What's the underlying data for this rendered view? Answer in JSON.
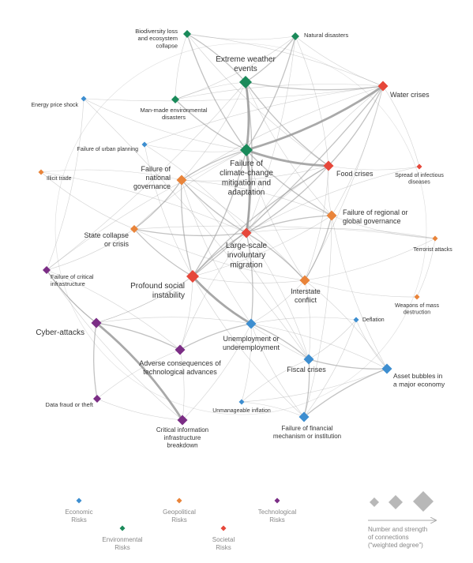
{
  "colors": {
    "economic": "#3d8ed0",
    "environmental": "#1a8a5a",
    "geopolitical": "#e9843a",
    "societal": "#e6473a",
    "technological": "#7b2d85",
    "edge": "#9a9a9a",
    "legend_text": "#888888"
  },
  "nodes": [
    {
      "id": "biodiversity",
      "cat": "environmental",
      "lines": [
        "Biodiversity loss",
        "and ecosystem",
        "collapse"
      ],
      "size": "s"
    },
    {
      "id": "natural",
      "cat": "environmental",
      "lines": [
        "Natural disasters"
      ],
      "size": "s"
    },
    {
      "id": "extreme_weather",
      "cat": "environmental",
      "lines": [
        "Extreme weather",
        "events"
      ],
      "size": "l"
    },
    {
      "id": "water",
      "cat": "societal",
      "lines": [
        "Water crises"
      ],
      "size": "m"
    },
    {
      "id": "energy",
      "cat": "economic",
      "lines": [
        "Energy price shock"
      ],
      "size": "xs"
    },
    {
      "id": "manmade",
      "cat": "environmental",
      "lines": [
        "Man-made environmental",
        "disasters"
      ],
      "size": "s"
    },
    {
      "id": "urban",
      "cat": "economic",
      "lines": [
        "Failure of urban planning"
      ],
      "size": "xs"
    },
    {
      "id": "climate",
      "cat": "environmental",
      "lines": [
        "Failure of",
        "climate-change",
        "mitigation and",
        "adaptation"
      ],
      "size": "l"
    },
    {
      "id": "food",
      "cat": "societal",
      "lines": [
        "Food crises"
      ],
      "size": "m"
    },
    {
      "id": "infectious",
      "cat": "societal",
      "lines": [
        "Spread of infectious",
        "diseases"
      ],
      "size": "xs"
    },
    {
      "id": "illicit",
      "cat": "geopolitical",
      "lines": [
        "Illicit trade"
      ],
      "size": "xs"
    },
    {
      "id": "national_gov",
      "cat": "geopolitical",
      "lines": [
        "Failure of",
        "national",
        "governance"
      ],
      "size": "m"
    },
    {
      "id": "regional_gov",
      "cat": "geopolitical",
      "lines": [
        "Failure of regional or",
        "global governance"
      ],
      "size": "m"
    },
    {
      "id": "state_collapse",
      "cat": "geopolitical",
      "lines": [
        "State collapse",
        "or crisis"
      ],
      "size": "s"
    },
    {
      "id": "migration",
      "cat": "societal",
      "lines": [
        "Large-scale",
        "involuntary",
        "migration"
      ],
      "size": "m"
    },
    {
      "id": "terrorist",
      "cat": "geopolitical",
      "lines": [
        "Terrorist attacks"
      ],
      "size": "xs"
    },
    {
      "id": "critical_infra",
      "cat": "technological",
      "lines": [
        "Failure of critical",
        "infrastructure"
      ],
      "size": "s"
    },
    {
      "id": "social_instability",
      "cat": "societal",
      "lines": [
        "Profound social",
        "instability"
      ],
      "size": "l"
    },
    {
      "id": "interstate",
      "cat": "geopolitical",
      "lines": [
        "Interstate",
        "conflict"
      ],
      "size": "m"
    },
    {
      "id": "wmd",
      "cat": "geopolitical",
      "lines": [
        "Weapons of mass",
        "destruction"
      ],
      "size": "xs"
    },
    {
      "id": "cyber",
      "cat": "technological",
      "lines": [
        "Cyber-attacks"
      ],
      "size": "m"
    },
    {
      "id": "unemployment",
      "cat": "economic",
      "lines": [
        "Unemployment or",
        "underemployment"
      ],
      "size": "m"
    },
    {
      "id": "deflation",
      "cat": "economic",
      "lines": [
        "Deflation"
      ],
      "size": "xs"
    },
    {
      "id": "adverse_tech",
      "cat": "technological",
      "lines": [
        "Adverse consequences of",
        "technological advances"
      ],
      "size": "m"
    },
    {
      "id": "fiscal",
      "cat": "economic",
      "lines": [
        "Fiscal crises"
      ],
      "size": "m"
    },
    {
      "id": "asset",
      "cat": "economic",
      "lines": [
        "Asset bubbles in",
        "a major economy"
      ],
      "size": "m"
    },
    {
      "id": "data_fraud",
      "cat": "technological",
      "lines": [
        "Data fraud or theft"
      ],
      "size": "s"
    },
    {
      "id": "inflation",
      "cat": "economic",
      "lines": [
        "Unmanageable inflation"
      ],
      "size": "xs"
    },
    {
      "id": "financial",
      "cat": "economic",
      "lines": [
        "Failure of financial",
        "mechanism or institution"
      ],
      "size": "m"
    },
    {
      "id": "info_infra",
      "cat": "technological",
      "lines": [
        "Critical information",
        "infrastructure",
        "breakdown"
      ],
      "size": "m"
    }
  ],
  "links": [
    [
      "extreme_weather",
      "climate",
      3
    ],
    [
      "climate",
      "food",
      3
    ],
    [
      "climate",
      "migration",
      3
    ],
    [
      "social_instability",
      "unemployment",
      3
    ],
    [
      "cyber",
      "info_infra",
      3
    ],
    [
      "cyber",
      "data_fraud",
      2
    ],
    [
      "water",
      "climate",
      3
    ],
    [
      "extreme_weather",
      "water",
      2
    ],
    [
      "natural",
      "climate",
      2
    ],
    [
      "biodiversity",
      "climate",
      2
    ],
    [
      "biodiversity",
      "extreme_weather",
      2
    ],
    [
      "manmade",
      "climate",
      2
    ],
    [
      "manmade",
      "extreme_weather",
      1
    ],
    [
      "extreme_weather",
      "food",
      2
    ],
    [
      "water",
      "food",
      2
    ],
    [
      "national_gov",
      "social_instability",
      2
    ],
    [
      "national_gov",
      "state_collapse",
      2
    ],
    [
      "national_gov",
      "migration",
      2
    ],
    [
      "regional_gov",
      "interstate",
      2
    ],
    [
      "regional_gov",
      "migration",
      2
    ],
    [
      "regional_gov",
      "climate",
      2
    ],
    [
      "migration",
      "social_instability",
      2
    ],
    [
      "migration",
      "interstate",
      2
    ],
    [
      "state_collapse",
      "migration",
      2
    ],
    [
      "social_instability",
      "food",
      2
    ],
    [
      "social_instability",
      "water",
      2
    ],
    [
      "unemployment",
      "fiscal",
      2
    ],
    [
      "unemployment",
      "adverse_tech",
      2
    ],
    [
      "fiscal",
      "financial",
      2
    ],
    [
      "fiscal",
      "asset",
      2
    ],
    [
      "financial",
      "asset",
      2
    ],
    [
      "adverse_tech",
      "cyber",
      2
    ],
    [
      "adverse_tech",
      "info_infra",
      1
    ],
    [
      "critical_infra",
      "cyber",
      1
    ],
    [
      "critical_infra",
      "climate",
      1
    ],
    [
      "critical_infra",
      "extreme_weather",
      1
    ],
    [
      "energy",
      "critical_infra",
      1
    ],
    [
      "energy",
      "climate",
      1
    ],
    [
      "energy",
      "fiscal",
      1
    ],
    [
      "illicit",
      "state_collapse",
      1
    ],
    [
      "illicit",
      "national_gov",
      1
    ],
    [
      "urban",
      "climate",
      1
    ],
    [
      "urban",
      "water",
      1
    ],
    [
      "urban",
      "social_instability",
      1
    ],
    [
      "infectious",
      "food",
      1
    ],
    [
      "infectious",
      "water",
      1
    ],
    [
      "terrorist",
      "interstate",
      1
    ],
    [
      "terrorist",
      "state_collapse",
      1
    ],
    [
      "wmd",
      "interstate",
      1
    ],
    [
      "wmd",
      "terrorist",
      1
    ],
    [
      "deflation",
      "fiscal",
      1
    ],
    [
      "deflation",
      "asset",
      1
    ],
    [
      "inflation",
      "fiscal",
      1
    ],
    [
      "inflation",
      "unemployment",
      1
    ],
    [
      "national_gov",
      "climate",
      2
    ],
    [
      "national_gov",
      "food",
      1
    ],
    [
      "national_gov",
      "water",
      1
    ],
    [
      "state_collapse",
      "social_instability",
      2
    ],
    [
      "interstate",
      "social_instability",
      1
    ],
    [
      "interstate",
      "food",
      1
    ],
    [
      "interstate",
      "unemployment",
      1
    ],
    [
      "unemployment",
      "migration",
      2
    ],
    [
      "unemployment",
      "national_gov",
      1
    ],
    [
      "adverse_tech",
      "social_instability",
      1
    ],
    [
      "adverse_tech",
      "migration",
      1
    ],
    [
      "fiscal",
      "interstate",
      1
    ],
    [
      "fiscal",
      "social_instability",
      1
    ],
    [
      "fiscal",
      "migration",
      1
    ],
    [
      "financial",
      "unemployment",
      1
    ],
    [
      "financial",
      "regional_gov",
      1
    ],
    [
      "asset",
      "regional_gov",
      1
    ],
    [
      "asset",
      "unemployment",
      1
    ],
    [
      "natural",
      "food",
      1
    ],
    [
      "natural",
      "water",
      1
    ],
    [
      "natural",
      "migration",
      1
    ],
    [
      "biodiversity",
      "food",
      1
    ],
    [
      "biodiversity",
      "water",
      1
    ],
    [
      "biodiversity",
      "natural",
      1
    ],
    [
      "manmade",
      "water",
      1
    ],
    [
      "manmade",
      "natural",
      1
    ],
    [
      "extreme_weather",
      "migration",
      2
    ],
    [
      "extreme_weather",
      "regional_gov",
      1
    ],
    [
      "climate",
      "social_instability",
      2
    ],
    [
      "climate",
      "state_collapse",
      1
    ],
    [
      "water",
      "regional_gov",
      1
    ],
    [
      "water",
      "migration",
      1
    ],
    [
      "food",
      "migration",
      2
    ],
    [
      "food",
      "regional_gov",
      1
    ],
    [
      "cyber",
      "unemployment",
      1
    ],
    [
      "cyber",
      "social_instability",
      1
    ],
    [
      "cyber",
      "critical_infra",
      2
    ],
    [
      "data_fraud",
      "info_infra",
      1
    ],
    [
      "data_fraud",
      "adverse_tech",
      1
    ],
    [
      "info_infra",
      "unemployment",
      1
    ],
    [
      "info_infra",
      "critical_infra",
      1
    ],
    [
      "critical_infra",
      "state_collapse",
      1
    ],
    [
      "social_instability",
      "cyber",
      1
    ],
    [
      "social_instability",
      "regional_gov",
      1
    ],
    [
      "migration",
      "food",
      1
    ],
    [
      "interstate",
      "national_gov",
      1
    ],
    [
      "national_gov",
      "regional_gov",
      1
    ],
    [
      "state_collapse",
      "interstate",
      1
    ],
    [
      "illicit",
      "migration",
      1
    ],
    [
      "energy",
      "water",
      1
    ],
    [
      "urban",
      "migration",
      1
    ],
    [
      "terrorist",
      "migration",
      1
    ],
    [
      "terrorist",
      "regional_gov",
      1
    ],
    [
      "deflation",
      "unemployment",
      1
    ],
    [
      "deflation",
      "financial",
      1
    ],
    [
      "inflation",
      "asset",
      1
    ],
    [
      "inflation",
      "financial",
      1
    ],
    [
      "asset",
      "interstate",
      1
    ],
    [
      "financial",
      "social_instability",
      1
    ],
    [
      "fiscal",
      "national_gov",
      1
    ],
    [
      "water",
      "interstate",
      1
    ],
    [
      "infectious",
      "migration",
      1
    ],
    [
      "critical_infra",
      "adverse_tech",
      1
    ],
    [
      "climate",
      "interstate",
      1
    ],
    [
      "extreme_weather",
      "national_gov",
      1
    ],
    [
      "biodiversity",
      "manmade",
      1
    ],
    [
      "natural",
      "extreme_weather",
      2
    ]
  ],
  "legend": {
    "categories": [
      {
        "cat": "economic",
        "lines": [
          "Economic",
          "Risks"
        ]
      },
      {
        "cat": "environmental",
        "lines": [
          "Environmental",
          "Risks"
        ]
      },
      {
        "cat": "geopolitical",
        "lines": [
          "Geopolitical",
          "Risks"
        ]
      },
      {
        "cat": "societal",
        "lines": [
          "Societal",
          "Risks"
        ]
      },
      {
        "cat": "technological",
        "lines": [
          "Technological",
          "Risks"
        ]
      }
    ],
    "weight_lines": [
      "Number and strength",
      "of connections",
      "(“weighted degree”)"
    ]
  }
}
